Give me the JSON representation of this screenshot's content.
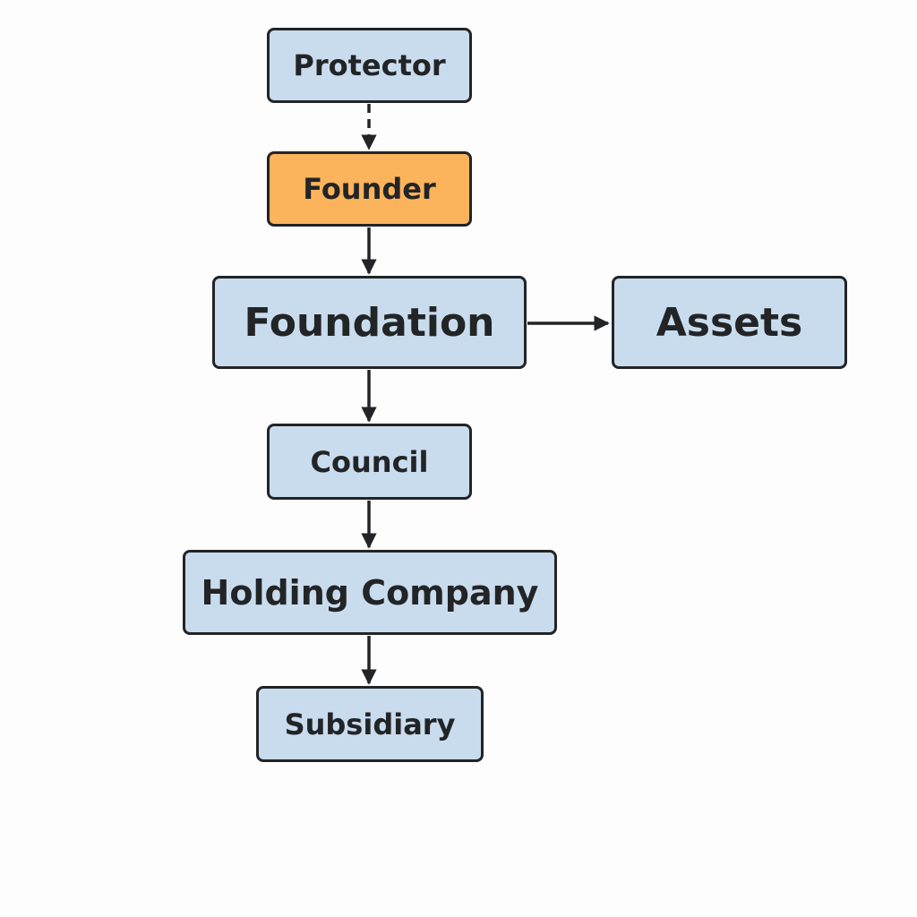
{
  "diagram": {
    "nodes": {
      "protector": "Protector",
      "founder": "Founder",
      "foundation": "Foundation",
      "assets": "Assets",
      "council": "Council",
      "holding": "Holding Company",
      "subsidiary": "Subsidiary"
    },
    "edges": [
      {
        "from": "Protector",
        "to": "Founder",
        "style": "dashed"
      },
      {
        "from": "Founder",
        "to": "Foundation",
        "style": "solid"
      },
      {
        "from": "Foundation",
        "to": "Assets",
        "style": "solid"
      },
      {
        "from": "Foundation",
        "to": "Council",
        "style": "solid"
      },
      {
        "from": "Council",
        "to": "Holding Company",
        "style": "solid"
      },
      {
        "from": "Holding Company",
        "to": "Subsidiary",
        "style": "solid"
      }
    ],
    "colors": {
      "node_fill": "#c9dcee",
      "highlight_fill": "#fbb35c",
      "stroke": "#222426"
    }
  }
}
